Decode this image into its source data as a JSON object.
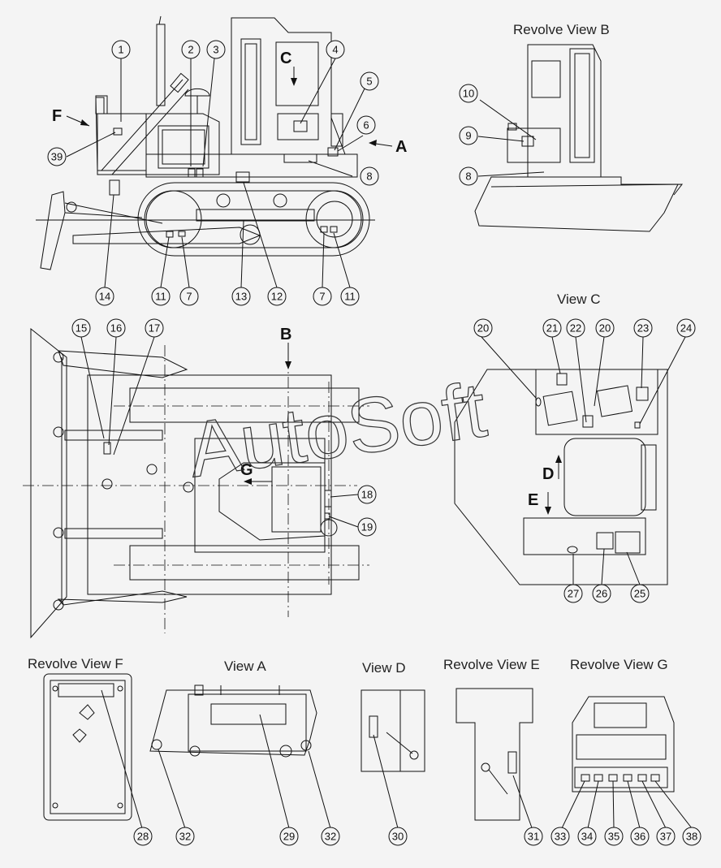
{
  "view_titles": {
    "revolve_b": "Revolve View B",
    "view_c": "View C",
    "revolve_f": "Revolve View F",
    "view_a": "View A",
    "view_d": "View D",
    "revolve_e": "Revolve View E",
    "revolve_g": "Revolve View G"
  },
  "direction_letters": {
    "f": "F",
    "a": "A",
    "c": "C",
    "b": "B",
    "g": "G",
    "d": "D",
    "e": "E"
  },
  "watermark": "AutoSoft",
  "callouts": [
    "1",
    "2",
    "3",
    "4",
    "5",
    "6",
    "8",
    "39",
    "14",
    "11",
    "7",
    "13",
    "12",
    "7",
    "11",
    "10",
    "9",
    "8",
    "15",
    "16",
    "17",
    "18",
    "19",
    "20",
    "21",
    "22",
    "20",
    "23",
    "24",
    "27",
    "26",
    "25",
    "28",
    "32",
    "29",
    "32",
    "30",
    "31",
    "33",
    "34",
    "35",
    "36",
    "37",
    "38"
  ]
}
